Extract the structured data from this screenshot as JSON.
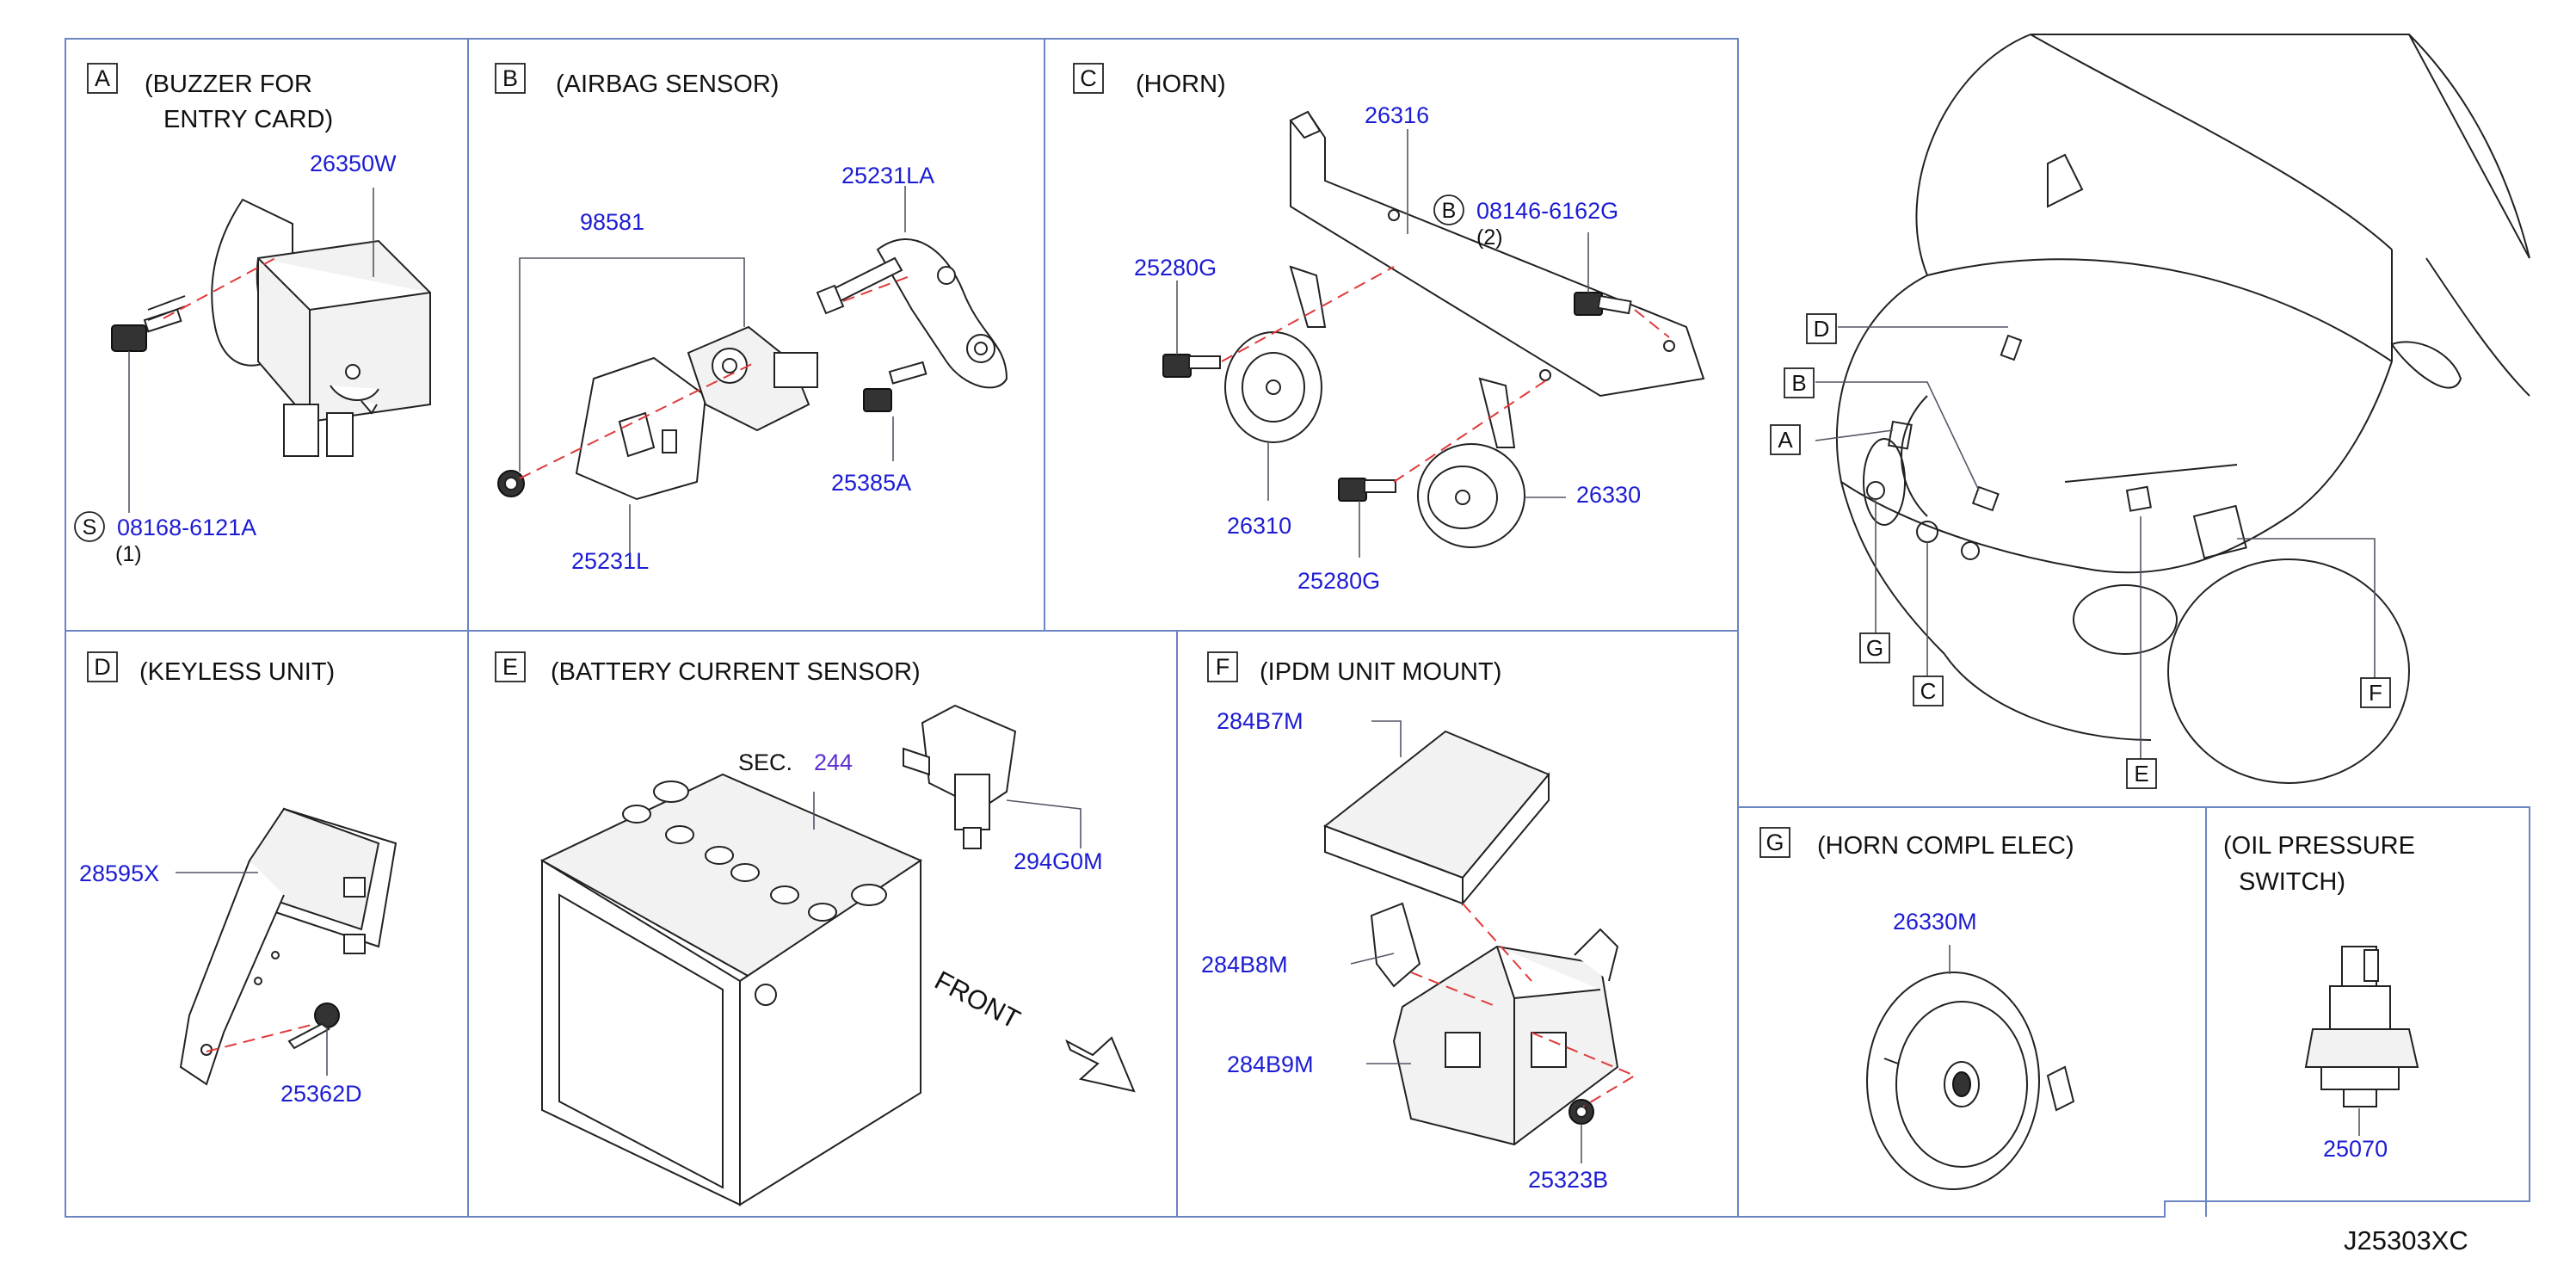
{
  "diagram_id": "J25303XC",
  "colors": {
    "frame": "#6b84c2",
    "part_number": "#1c1cd4",
    "section_ref": "#5b2fd0",
    "leader_dash": "#e03a3a"
  },
  "sections": [
    {
      "letter": "A",
      "title_line1": "(BUZZER   FOR",
      "title_line2": "ENTRY   CARD)"
    },
    {
      "letter": "B",
      "title": "(AIRBAG   SENSOR)"
    },
    {
      "letter": "C",
      "title": "(HORN)"
    },
    {
      "letter": "D",
      "title": "(KEYLESS  UNIT)"
    },
    {
      "letter": "E",
      "title": "(BATTERY CURRENT SENSOR)"
    },
    {
      "letter": "F",
      "title": "(IPDM  UNIT  MOUNT)"
    },
    {
      "letter": "G",
      "title": "(HORN   COMPL   ELEC)"
    },
    {
      "letter": "",
      "title_line1": "(OIL   PRESSURE",
      "title_line2": "SWITCH)"
    }
  ],
  "parts": {
    "a_buzzer": "26350W",
    "a_bolt": "08168-6121A",
    "a_bolt_symbol": "S",
    "a_bolt_qty": "(1)",
    "b_bracket_set": "98581",
    "b_bracket_upper": "25231LA",
    "b_bolt": "25385A",
    "b_bracket_lower": "25231L",
    "c_bracket": "26316",
    "c_bolt_symbol": "B",
    "c_bolt": "08146-6162G",
    "c_bolt_qty": "(2)",
    "c_bolt_left_top": "25280G",
    "c_horn_low": "26310",
    "c_bolt_left_bottom": "25280G",
    "c_horn_high": "26330",
    "d_unit": "28595X",
    "d_screw": "25362D",
    "e_sec_label": "SEC.",
    "e_sec_number": "244",
    "e_sensor": "294G0M",
    "e_front": "FRONT",
    "f_cover": "284B7M",
    "f_bracket": "284B8M",
    "f_mount": "284B9M",
    "f_nut": "25323B",
    "g_horn": "26330M",
    "h_switch": "25070"
  },
  "locator_labels": [
    "D",
    "B",
    "A",
    "G",
    "C",
    "E",
    "F"
  ]
}
